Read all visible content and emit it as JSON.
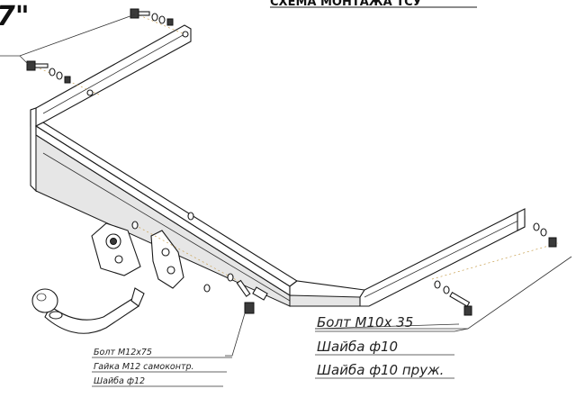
{
  "title": "СХЕМА МОНТАЖА ТСУ",
  "corner_mark": "7\"",
  "callouts": {
    "right": {
      "bolt": "Болт М10х 35",
      "washer": "Шайба ф10",
      "spring_washer": "Шайба ф10 пруж."
    },
    "left": {
      "bolt": "Болт М12х75",
      "nut": "Гайка М12 самоконтр.",
      "washer": "Шайба ф12"
    }
  }
}
